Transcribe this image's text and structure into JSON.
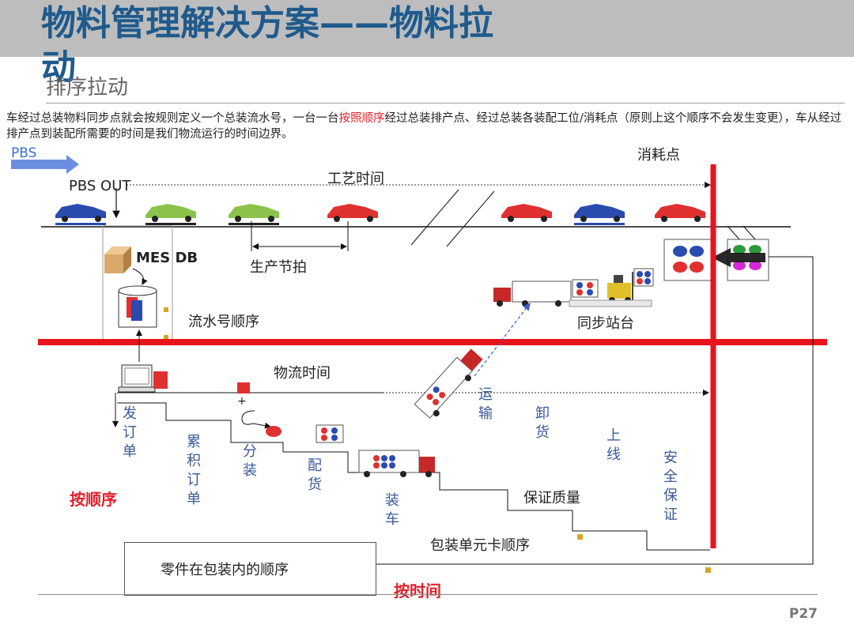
{
  "header": {
    "title": "物料管理解决方案——物料拉",
    "title_wrap": "动",
    "subtitle": "排序拉动"
  },
  "description": {
    "part1": "车经过总装物料同步点就会按规则定义一个总装流水号，一台一台",
    "highlight": "按照顺序",
    "part2": "经过总装排产点、经过总装各装配工位/消耗点（原则上这个顺序不会发生变更），车从经过排产点到装配所需要的时间是我们物流运行的时间边界。"
  },
  "labels": {
    "pbs": "PBS",
    "pbs_out": "PBS OUT",
    "consumption_point": "消耗点",
    "process_time": "工艺时间",
    "mes_db": "MES DB",
    "takt": "生产节拍",
    "serial_order": "流水号顺序",
    "sync_station": "同步站台",
    "logistics_time": "物流时间",
    "quality": "保证质量",
    "pack_card_order": "包装单元卡顺序",
    "by_sequence": "按顺序",
    "by_time": "按时间",
    "parts_in_pack": "零件在包装内的顺序",
    "plus": "+"
  },
  "steps": [
    {
      "text": "发订单"
    },
    {
      "text": "累积订单"
    },
    {
      "text": "分装"
    },
    {
      "text": "配货"
    },
    {
      "text": "装车"
    },
    {
      "text": "运输"
    },
    {
      "text": "卸货"
    },
    {
      "text": "上线"
    },
    {
      "text": "安全保证"
    }
  ],
  "colors": {
    "title": "#1f5a8c",
    "red_line": "#e8131b",
    "blue_car": "#2a4bb0",
    "green_car": "#8bc34a",
    "red_car": "#e03030",
    "pbs_arrow": "#6b8fe0",
    "highlight": "#e0202a"
  },
  "page": {
    "number": "P27"
  }
}
